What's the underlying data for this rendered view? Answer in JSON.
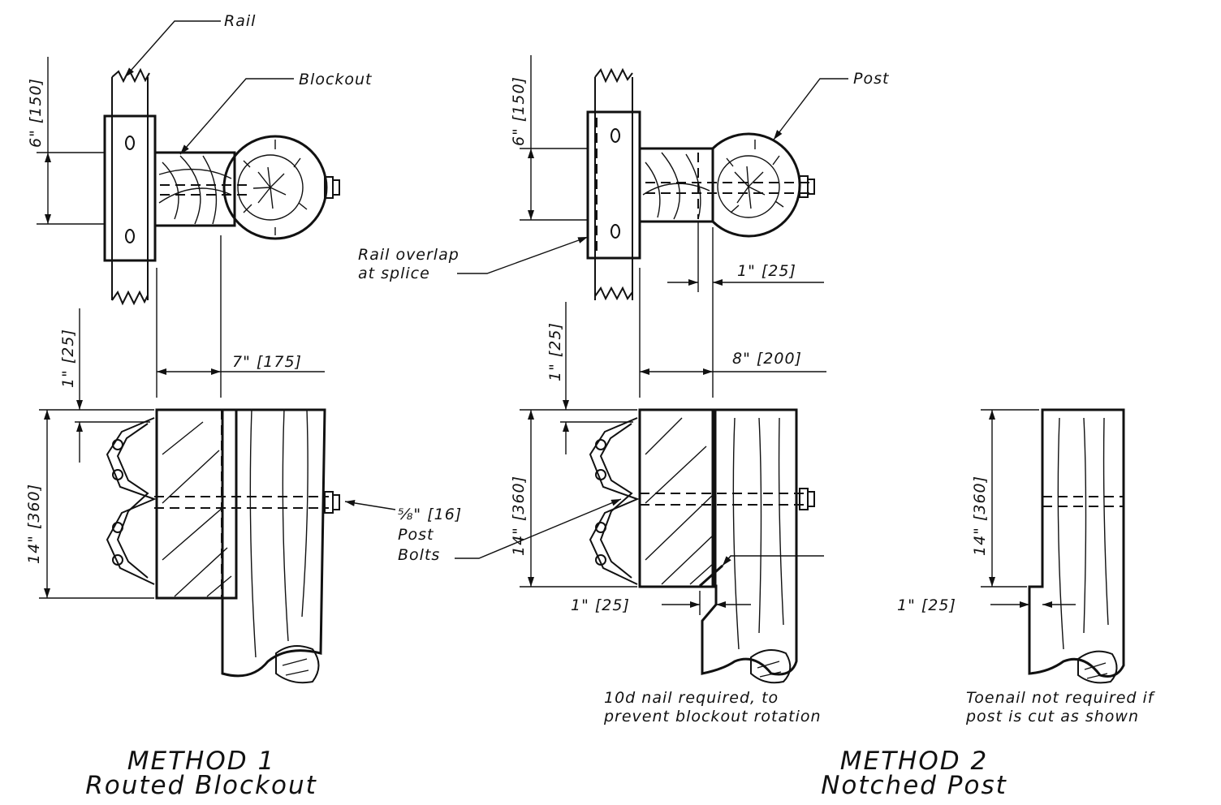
{
  "labels": {
    "rail": "Rail",
    "blockout": "Blockout",
    "post": "Post",
    "rail_overlap_line1": "Rail overlap",
    "rail_overlap_line2": "at splice",
    "bolts_line1": "⅝\" [16]",
    "bolts_line2": "Post",
    "bolts_line3": "Bolts",
    "nail_note_line1": "10d nail required, to",
    "nail_note_line2": "prevent blockout rotation",
    "toenail_note_line1": "Toenail not required if",
    "toenail_note_line2": "post is cut as shown"
  },
  "dimensions": {
    "m1_bolt_spacing": "6\" [150]",
    "m1_top_offset": "1\" [25]",
    "m1_blockout_depth": "7\" [175]",
    "m1_blockout_height": "14\" [360]",
    "m2_bolt_spacing": "6\" [150]",
    "m2_route_depth": "1\" [25]",
    "m2_top_offset": "1\" [25]",
    "m2_blockout_depth": "8\" [200]",
    "m2_blockout_height": "14\" [360]",
    "m2_notch_depth": "1\" [25]",
    "m2b_post_height": "14\" [360]",
    "m2b_notch_depth": "1\" [25]"
  },
  "titles": {
    "method1_line1": "METHOD 1",
    "method1_line2": "Routed Blockout",
    "method2_line1": "METHOD 2",
    "method2_line2": "Notched Post"
  },
  "icons": {
    "bolt": "hex-bolt-icon",
    "rail_section": "w-beam-icon",
    "post_section": "round-post-icon"
  },
  "colors": {
    "line": "#111111",
    "background": "#ffffff"
  }
}
